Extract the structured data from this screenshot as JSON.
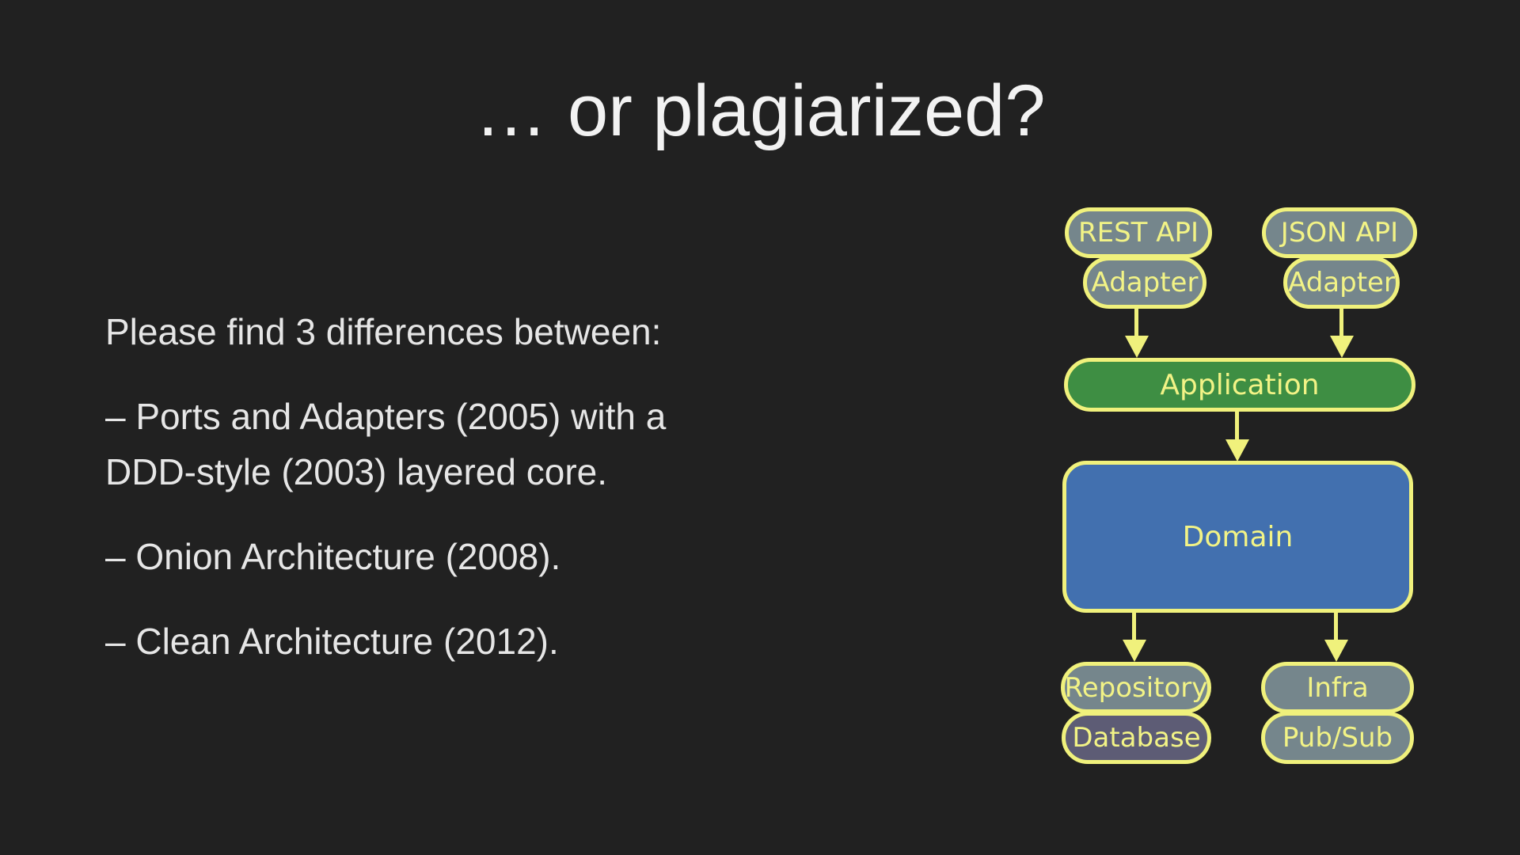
{
  "title": "… or plagiarized?",
  "body": {
    "intro": "Please find 3 differences between:",
    "bullets": [
      "– Ports and Adapters (2005) with a DDD-style (2003) layered core.",
      "– Onion Architecture (2008).",
      "– Clean Architecture (2012)."
    ]
  },
  "diagram": {
    "nodes": {
      "rest_api": "REST API",
      "adapter_left": "Adapter",
      "json_api": "JSON API",
      "adapter_right": "Adapter",
      "application": "Application",
      "domain": "Domain",
      "repository": "Repository",
      "database": "Database",
      "infra": "Infra",
      "pubsub": "Pub/Sub"
    },
    "edges": [
      {
        "from": "adapter_left",
        "to": "application"
      },
      {
        "from": "adapter_right",
        "to": "application"
      },
      {
        "from": "application",
        "to": "domain"
      },
      {
        "from": "domain",
        "to": "repository"
      },
      {
        "from": "domain",
        "to": "infra"
      }
    ],
    "colors": {
      "border_and_arrows": "#f0f17c",
      "node_label": "#f2f386",
      "pill_fill": "#75868c",
      "database_fill": "#5d5c75",
      "application_fill": "#3e8e43",
      "domain_fill": "#4270af"
    }
  },
  "colors": {
    "background": "#212121",
    "title_text": "#f2f2f2",
    "body_text": "#e6e6e6"
  }
}
